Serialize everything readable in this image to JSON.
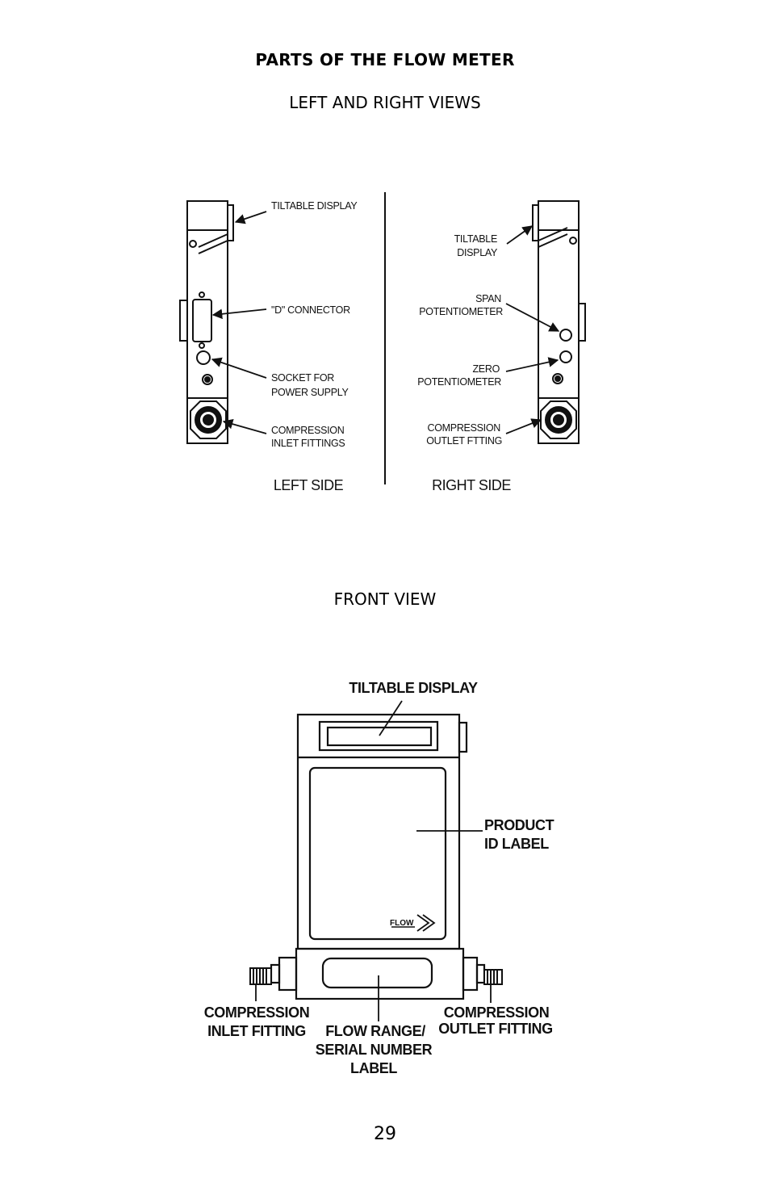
{
  "page": {
    "title": "PARTS OF THE FLOW METER",
    "section_side": "LEFT AND RIGHT VIEWS",
    "section_front": "FRONT VIEW",
    "page_number": "29"
  },
  "left_view": {
    "caption": "LEFT SIDE",
    "labels": {
      "tiltable_display": "TILTABLE DISPLAY",
      "d_connector": "\"D\" CONNECTOR",
      "socket_line1": "SOCKET FOR",
      "socket_line2": "POWER SUPPLY",
      "compression_line1": "COMPRESSION",
      "compression_line2": "INLET FITTINGS"
    }
  },
  "right_view": {
    "caption": "RIGHT SIDE",
    "labels": {
      "tiltable_line1": "TILTABLE",
      "tiltable_line2": "DISPLAY",
      "span_line1": "SPAN",
      "span_line2": "POTENTIOMETER",
      "zero_line1": "ZERO",
      "zero_line2": "POTENTIOMETER",
      "compression_line1": "COMPRESSION",
      "compression_line2": "OUTLET FTTING"
    }
  },
  "front_view": {
    "labels": {
      "tiltable_display": "TILTABLE DISPLAY",
      "product_line1": "PRODUCT",
      "product_line2": "ID LABEL",
      "flow_marker": "FLOW",
      "inlet_line1": "COMPRESSION",
      "inlet_line2": "INLET FITTING",
      "outlet_line1": "COMPRESSION",
      "outlet_line2": "OUTLET FITTING",
      "range_line1": "FLOW RANGE/",
      "range_line2": "SERIAL NUMBER",
      "range_line3": "LABEL"
    }
  }
}
